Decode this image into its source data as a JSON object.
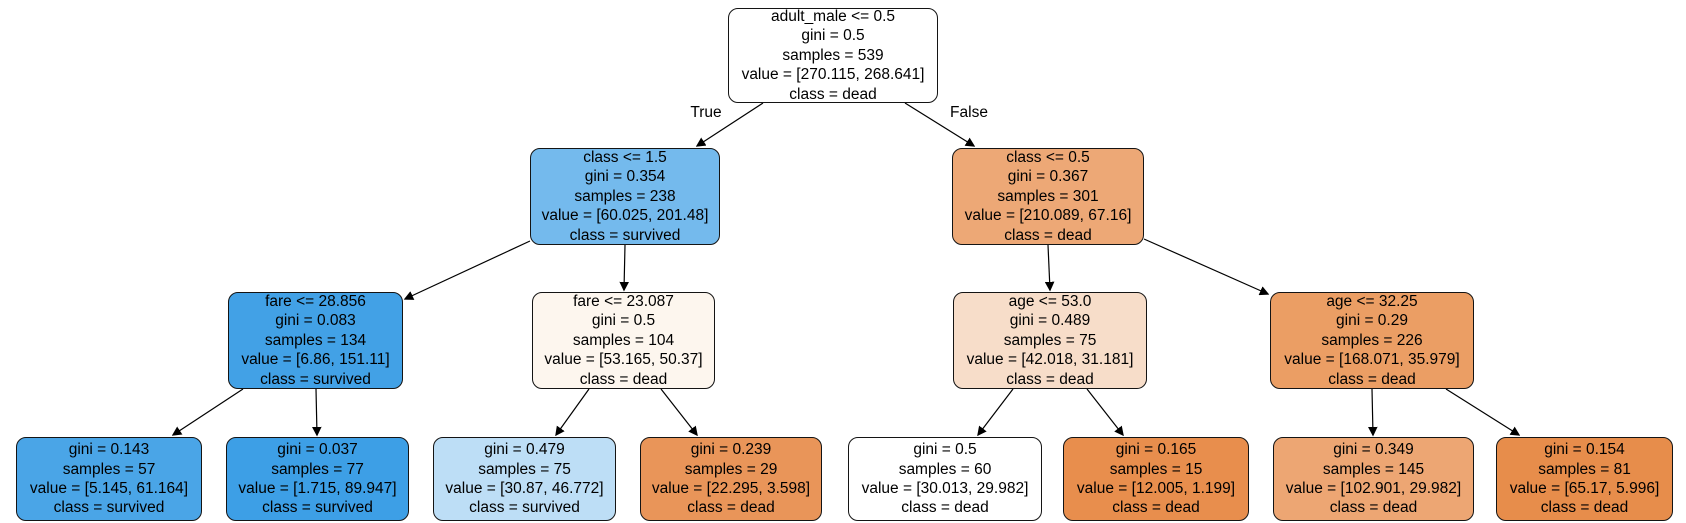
{
  "diagram": {
    "type": "decision-tree",
    "classes": [
      "dead",
      "survived"
    ],
    "colors": {
      "survived_strong": "#3d9fe6",
      "dead_strong": "#e58139",
      "neutral": "#ffffff",
      "edge": "#000000",
      "border": "#141414"
    },
    "edge_labels": {
      "true": "True",
      "false": "False"
    },
    "nodes": [
      {
        "id": "root",
        "depth": 0,
        "fill": "#ffffff",
        "lines": [
          "adult_male <= 0.5",
          "gini = 0.5",
          "samples = 539",
          "value = [270.115, 268.641]",
          "class = dead"
        ]
      },
      {
        "id": "class-1-5",
        "depth": 1,
        "fill": "#74baed",
        "lines": [
          "class <= 1.5",
          "gini = 0.354",
          "samples = 238",
          "value = [60.025, 201.48]",
          "class = survived"
        ]
      },
      {
        "id": "class-0-5",
        "depth": 1,
        "fill": "#eda876",
        "lines": [
          "class <= 0.5",
          "gini = 0.367",
          "samples = 301",
          "value = [210.089, 67.16]",
          "class = dead"
        ]
      },
      {
        "id": "fare-28-856",
        "depth": 2,
        "fill": "#42a1e6",
        "lines": [
          "fare <= 28.856",
          "gini = 0.083",
          "samples = 134",
          "value = [6.86, 151.11]",
          "class = survived"
        ]
      },
      {
        "id": "fare-23-087",
        "depth": 2,
        "fill": "#fdf6ee",
        "lines": [
          "fare <= 23.087",
          "gini = 0.5",
          "samples = 104",
          "value = [53.165, 50.37]",
          "class = dead"
        ]
      },
      {
        "id": "age-53-0",
        "depth": 2,
        "fill": "#f7ddc9",
        "lines": [
          "age <= 53.0",
          "gini = 0.489",
          "samples = 75",
          "value = [42.018, 31.181]",
          "class = dead"
        ]
      },
      {
        "id": "age-32-25",
        "depth": 2,
        "fill": "#eb9e64",
        "lines": [
          "age <= 32.25",
          "gini = 0.29",
          "samples = 226",
          "value = [168.071, 35.979]",
          "class = dead"
        ]
      },
      {
        "id": "leaf-1",
        "depth": 3,
        "fill": "#4aa5e7",
        "lines": [
          "gini = 0.143",
          "samples = 57",
          "value = [5.145, 61.164]",
          "class = survived"
        ]
      },
      {
        "id": "leaf-2",
        "depth": 3,
        "fill": "#3d9fe6",
        "lines": [
          "gini = 0.037",
          "samples = 77",
          "value = [1.715, 89.947]",
          "class = survived"
        ]
      },
      {
        "id": "leaf-3",
        "depth": 3,
        "fill": "#bddef6",
        "lines": [
          "gini = 0.479",
          "samples = 75",
          "value = [30.87, 46.772]",
          "class = survived"
        ]
      },
      {
        "id": "leaf-4",
        "depth": 3,
        "fill": "#e99559",
        "lines": [
          "gini = 0.239",
          "samples = 29",
          "value = [22.295, 3.598]",
          "class = dead"
        ]
      },
      {
        "id": "leaf-5",
        "depth": 3,
        "fill": "#ffffff",
        "lines": [
          "gini = 0.5",
          "samples = 60",
          "value = [30.013, 29.982]",
          "class = dead"
        ]
      },
      {
        "id": "leaf-6",
        "depth": 3,
        "fill": "#e88e4d",
        "lines": [
          "gini = 0.165",
          "samples = 15",
          "value = [12.005, 1.199]",
          "class = dead"
        ]
      },
      {
        "id": "leaf-7",
        "depth": 3,
        "fill": "#eda673",
        "lines": [
          "gini = 0.349",
          "samples = 145",
          "value = [102.901, 29.982]",
          "class = dead"
        ]
      },
      {
        "id": "leaf-8",
        "depth": 3,
        "fill": "#e78d4b",
        "lines": [
          "gini = 0.154",
          "samples = 81",
          "value = [65.17, 5.996]",
          "class = dead"
        ]
      }
    ]
  }
}
